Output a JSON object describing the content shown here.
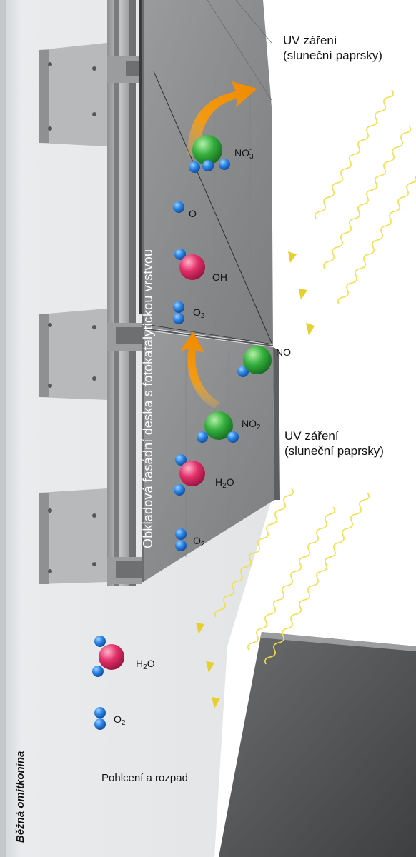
{
  "uv_label_top": {
    "line1": "UV záření",
    "line2": "(sluneční paprsky)"
  },
  "uv_label_mid": {
    "line1": "UV záření",
    "line2": "(sluneční paprsky)"
  },
  "panel_label": "Obkladová fasádní deska s fotokatalytickou vrstvou",
  "wall_label": "Běžná omítkonina",
  "bottom_caption": "Pohlcení a rozpad",
  "molecules": {
    "no3": {
      "base": "NO",
      "sub": "3",
      "sup": "-"
    },
    "o": {
      "text": "O"
    },
    "oh": {
      "text": "OH"
    },
    "o2_a": {
      "base": "O",
      "sub": "2"
    },
    "no": {
      "text": "NO"
    },
    "no2": {
      "base": "NO",
      "sub": "2"
    },
    "h2o_a": {
      "base": "H",
      "sub": "2",
      "tail": "O"
    },
    "o2_b": {
      "base": "O",
      "sub": "2"
    },
    "h2o_b": {
      "base": "H",
      "sub": "2",
      "tail": "O"
    },
    "o2_c": {
      "base": "O",
      "sub": "2"
    }
  },
  "colors": {
    "wall": "#e6e8ea",
    "panel": "#8c8d8e",
    "frame": "#a9abad",
    "oxygen_blue": "#1e7fe0",
    "nitrogen_green": "#2fa83a",
    "hydroxyl_pink": "#e0306a",
    "uv_yellow": "#f3de4a",
    "arrow_orange": "#f29a10"
  }
}
